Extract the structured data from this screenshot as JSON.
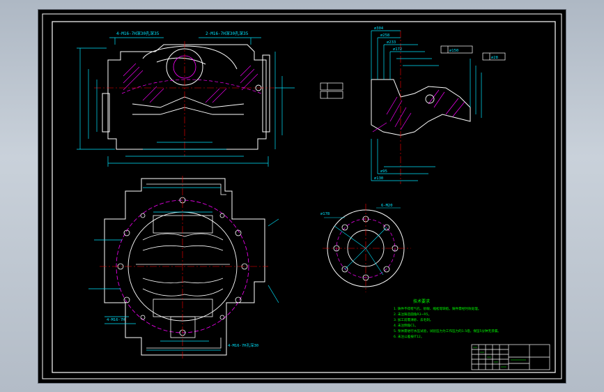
{
  "colors": {
    "background": "#000000",
    "border": "#ffffff",
    "dim": "#00e5ff",
    "outline": "#ffffff",
    "hatch": "#ff00ff",
    "note": "#00ff00",
    "table": "#ffffff"
  },
  "views": {
    "front": {
      "callout_left": "4-M16-7H深30孔深35",
      "callout_right": "2-M16-7H深30孔深35"
    },
    "side": {
      "labels": [
        "⌀304",
        "⌀258",
        "⌀233",
        "⌀172",
        "⌀150",
        "⌀28",
        "⌀130",
        "⌀95"
      ]
    },
    "plan": {
      "callout_left": "4-M16-7H",
      "callout_bottom": "4-M16-7H孔深30"
    },
    "flange": {
      "label_top": "6-M20",
      "label_left": "⌀178"
    }
  },
  "notes": {
    "title": "技术要求",
    "items": [
      "1. 铸件不得有气孔、砂眼、缩松等缺陷，铸件需经时效处理。",
      "2. 未注铸造圆角R3~R5。",
      "3. 加工前需清砂、去毛刺。",
      "4. 未注倒角C1。",
      "5. 泵体需进行水压试验，试验压力为工作压力的1.5倍，保压5分钟无渗漏。",
      "6. 未注公差按IT12。"
    ]
  }
}
